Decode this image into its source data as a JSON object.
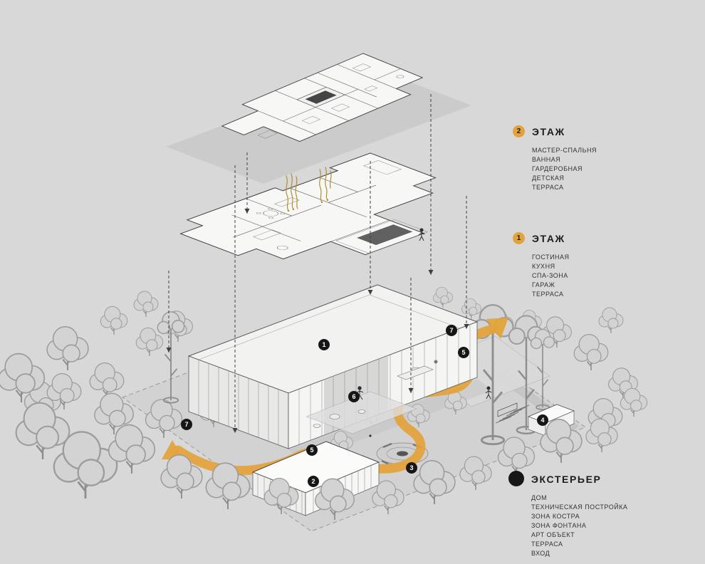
{
  "legend": {
    "floor2": {
      "badge": "2",
      "title": "ЭТАЖ",
      "items": [
        "МАСТЕР-СПАЛЬНЯ",
        "ВАННАЯ",
        "ГАРДЕРОБНАЯ",
        "ДЕТСКАЯ",
        "ТЕРРАСА"
      ]
    },
    "floor1": {
      "badge": "1",
      "title": "ЭТАЖ",
      "items": [
        "ГОСТИНАЯ",
        "КУХНЯ",
        "СПА-ЗОНА",
        "ГАРАЖ",
        "ТЕРРАСА"
      ]
    },
    "exterior": {
      "title": "ЭКСТЕРЬЕР",
      "items": [
        "ДОМ",
        "ТЕХНИЧЕСКАЯ ПОСТРОЙКА",
        "ЗОНА КОСТРА",
        "ЗОНА ФОНТАНА",
        "АРТ ОБЪЕКТ",
        "ТЕРРАСА",
        "ВХОД"
      ]
    }
  },
  "markers": [
    {
      "n": "1"
    },
    {
      "n": "2"
    },
    {
      "n": "3"
    },
    {
      "n": "4"
    },
    {
      "n": "5"
    },
    {
      "n": "5"
    },
    {
      "n": "6"
    },
    {
      "n": "7"
    },
    {
      "n": "7"
    }
  ],
  "colors": {
    "accent_orange": "#e3a33b",
    "background": "#d8d8d8",
    "marker_black": "#161616",
    "line_dark": "#3f3f3f",
    "gold": "#b28e33"
  }
}
